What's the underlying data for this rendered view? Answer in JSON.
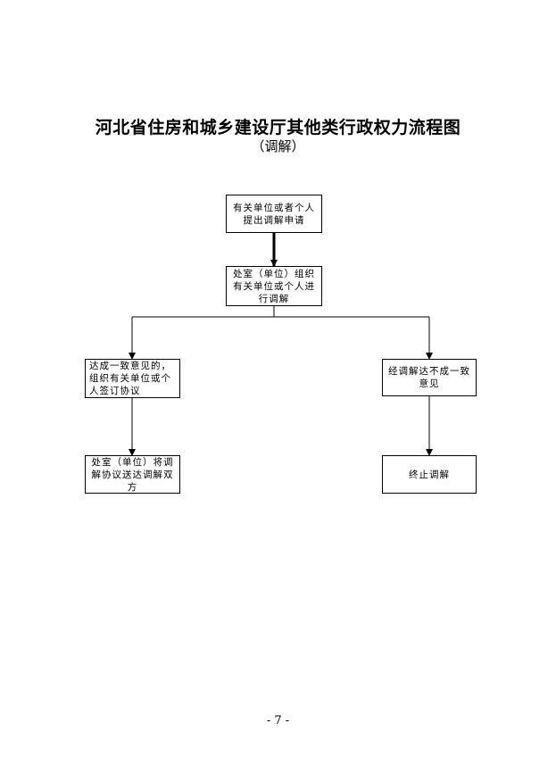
{
  "header": {
    "title": "河北省住房和城乡建设厅其他类行政权力流程图",
    "subtitle": "（调解）"
  },
  "nodes": {
    "apply": "有关单位或者个人提出调解申请",
    "organize": "处室（单位）组织有关单位或个人进行调解",
    "agree": "达成一致意见的，组织有关单位或个人签订协议",
    "send": "处室（单位）将调解协议送达调解双方",
    "disagree": "经调解达不成一致意见",
    "terminate": "终止调解"
  },
  "footer": {
    "page_number": "- 7 -"
  }
}
